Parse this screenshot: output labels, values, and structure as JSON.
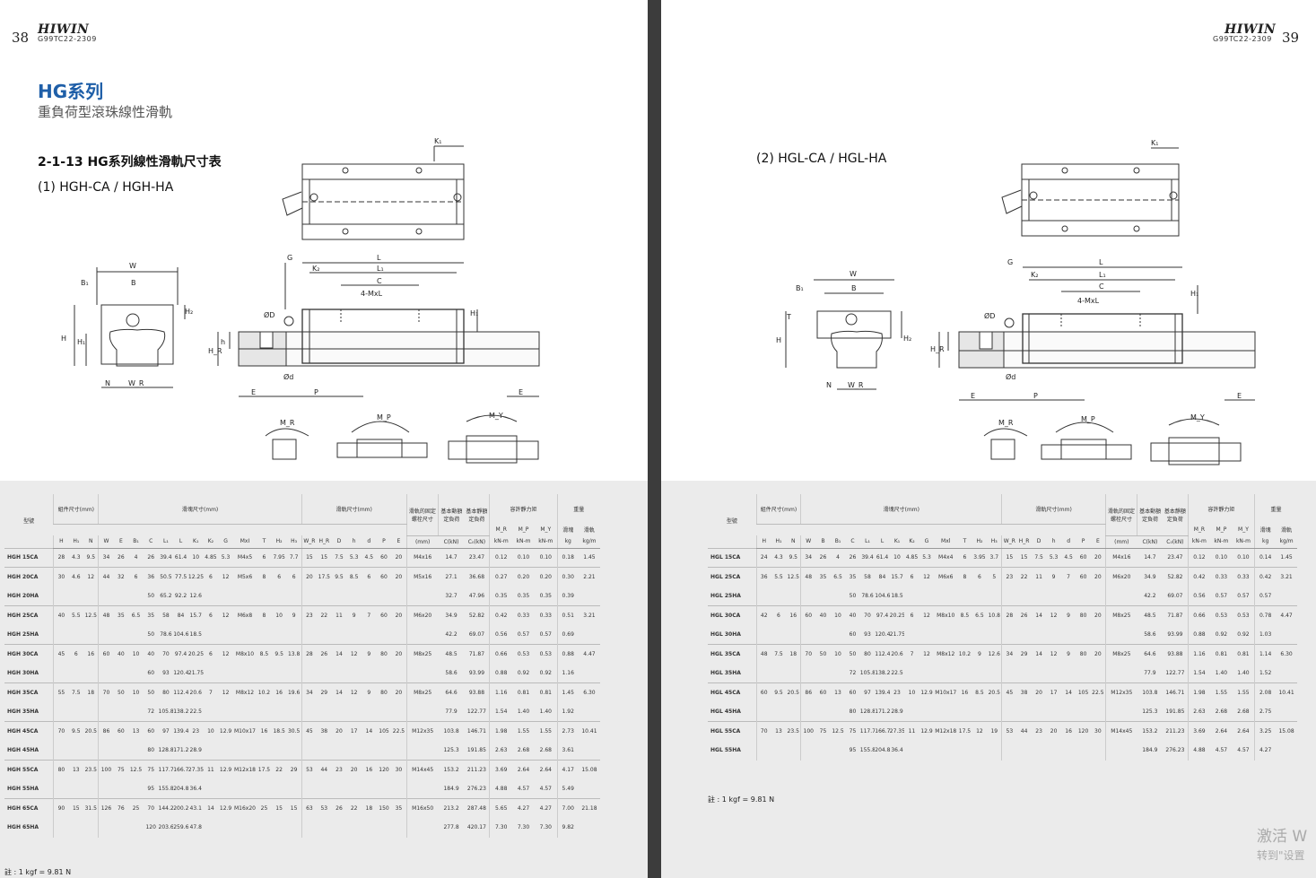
{
  "header": {
    "brand": "HIWIN",
    "code_left": "G99TC22-2309",
    "code_right": "G99TC22-2309",
    "page_left": "38",
    "page_right": "39"
  },
  "title": {
    "series": "HG系列",
    "subtitle": "重負荷型滾珠線性滑軌",
    "section": "2-1-13 HG系列線性滑軌尺寸表",
    "sub1": "(1) HGH-CA / HGH-HA",
    "sub2": "(2) HGL-CA / HGL-HA"
  },
  "drawing_labels": {
    "K1": "K₁",
    "W": "W",
    "B": "B",
    "B1": "B₁",
    "H": "H",
    "H1": "H₁",
    "H2": "H₂",
    "H3": "H₃",
    "HR": "H_R",
    "N": "N",
    "WR": "W_R",
    "T": "T",
    "G": "G",
    "L": "L",
    "L1": "L₁",
    "C": "C",
    "K2": "K₂",
    "MxL": "4-MxL",
    "D": "ØD",
    "d": "Ød",
    "h": "h",
    "E": "E",
    "P": "P",
    "MR": "M_R",
    "MP": "M_P",
    "MY": "M_Y"
  },
  "table_head": {
    "model": "型號",
    "assembly": "組件尺寸(mm)",
    "block": "滑塊尺寸(mm)",
    "rail": "滑軌尺寸(mm)",
    "bolt": "滑軌的固定螺栓尺寸",
    "dyn": "基本動額定負荷",
    "sta": "基本靜額定負荷",
    "moment": "容許靜力矩",
    "weight": "重量",
    "w_block": "滑塊",
    "w_rail": "滑軌",
    "cols_left": [
      "H",
      "H₁",
      "N",
      "W",
      "E",
      "B₁",
      "C",
      "L₁",
      "L",
      "K₁",
      "K₂",
      "G",
      "MxI",
      "T",
      "H₂",
      "H₃",
      "W_R",
      "H_R",
      "D",
      "h",
      "d",
      "P",
      "E",
      "(mm)",
      "C(kN)",
      "C₀(kN)",
      "kN-m",
      "kN-m",
      "kN-m",
      "kg",
      "kg/m"
    ],
    "cols_right": [
      "H",
      "H₁",
      "N",
      "W",
      "B",
      "B₁",
      "C",
      "L₁",
      "L",
      "K₁",
      "K₂",
      "G",
      "Mxl",
      "T",
      "H₂",
      "H₃",
      "W_R",
      "H_R",
      "D",
      "h",
      "d",
      "P",
      "E",
      "(mm)",
      "C(kN)",
      "C₀(kN)",
      "kN-m",
      "kN-m",
      "kN-m",
      "kg",
      "kg/m"
    ],
    "m_r": "M_R",
    "m_p": "M_P",
    "m_y": "M_Y"
  },
  "table_left": [
    [
      "HGH 15CA",
      "28",
      "4.3",
      "9.5",
      "34",
      "26",
      "4",
      "26",
      "39.4",
      "61.4",
      "10",
      "4.85",
      "5.3",
      "M4x5",
      "6",
      "7.95",
      "7.7",
      "15",
      "15",
      "7.5",
      "5.3",
      "4.5",
      "60",
      "20",
      "M4x16",
      "14.7",
      "23.47",
      "0.12",
      "0.10",
      "0.10",
      "0.18",
      "1.45"
    ],
    [
      "HGH 20CA",
      "30",
      "4.6",
      "12",
      "44",
      "32",
      "6",
      "36",
      "50.5",
      "77.5",
      "12.25",
      "6",
      "12",
      "M5x6",
      "8",
      "6",
      "6",
      "20",
      "17.5",
      "9.5",
      "8.5",
      "6",
      "60",
      "20",
      "M5x16",
      "27.1",
      "36.68",
      "0.27",
      "0.20",
      "0.20",
      "0.30",
      "2.21"
    ],
    [
      "HGH 20HA",
      "",
      "",
      "",
      "",
      "",
      "",
      "50",
      "65.2",
      "92.2",
      "12.6",
      "",
      "",
      "",
      "",
      "",
      "",
      "",
      "",
      "",
      "",
      "",
      "",
      "",
      "",
      "32.7",
      "47.96",
      "0.35",
      "0.35",
      "0.35",
      "0.39",
      ""
    ],
    [
      "HGH 25CA",
      "40",
      "5.5",
      "12.5",
      "48",
      "35",
      "6.5",
      "35",
      "58",
      "84",
      "15.7",
      "6",
      "12",
      "M6x8",
      "8",
      "10",
      "9",
      "23",
      "22",
      "11",
      "9",
      "7",
      "60",
      "20",
      "M6x20",
      "34.9",
      "52.82",
      "0.42",
      "0.33",
      "0.33",
      "0.51",
      "3.21"
    ],
    [
      "HGH 25HA",
      "",
      "",
      "",
      "",
      "",
      "",
      "50",
      "78.6",
      "104.6",
      "18.5",
      "",
      "",
      "",
      "",
      "",
      "",
      "",
      "",
      "",
      "",
      "",
      "",
      "",
      "",
      "42.2",
      "69.07",
      "0.56",
      "0.57",
      "0.57",
      "0.69",
      ""
    ],
    [
      "HGH 30CA",
      "45",
      "6",
      "16",
      "60",
      "40",
      "10",
      "40",
      "70",
      "97.4",
      "20.25",
      "6",
      "12",
      "M8x10",
      "8.5",
      "9.5",
      "13.8",
      "28",
      "26",
      "14",
      "12",
      "9",
      "80",
      "20",
      "M8x25",
      "48.5",
      "71.87",
      "0.66",
      "0.53",
      "0.53",
      "0.88",
      "4.47"
    ],
    [
      "HGH 30HA",
      "",
      "",
      "",
      "",
      "",
      "",
      "60",
      "93",
      "120.4",
      "21.75",
      "",
      "",
      "",
      "",
      "",
      "",
      "",
      "",
      "",
      "",
      "",
      "",
      "",
      "",
      "58.6",
      "93.99",
      "0.88",
      "0.92",
      "0.92",
      "1.16",
      ""
    ],
    [
      "HGH 35CA",
      "55",
      "7.5",
      "18",
      "70",
      "50",
      "10",
      "50",
      "80",
      "112.4",
      "20.6",
      "7",
      "12",
      "M8x12",
      "10.2",
      "16",
      "19.6",
      "34",
      "29",
      "14",
      "12",
      "9",
      "80",
      "20",
      "M8x25",
      "64.6",
      "93.88",
      "1.16",
      "0.81",
      "0.81",
      "1.45",
      "6.30"
    ],
    [
      "HGH 35HA",
      "",
      "",
      "",
      "",
      "",
      "",
      "72",
      "105.8",
      "138.2",
      "22.5",
      "",
      "",
      "",
      "",
      "",
      "",
      "",
      "",
      "",
      "",
      "",
      "",
      "",
      "",
      "77.9",
      "122.77",
      "1.54",
      "1.40",
      "1.40",
      "1.92",
      ""
    ],
    [
      "HGH 45CA",
      "70",
      "9.5",
      "20.5",
      "86",
      "60",
      "13",
      "60",
      "97",
      "139.4",
      "23",
      "10",
      "12.9",
      "M10x17",
      "16",
      "18.5",
      "30.5",
      "45",
      "38",
      "20",
      "17",
      "14",
      "105",
      "22.5",
      "M12x35",
      "103.8",
      "146.71",
      "1.98",
      "1.55",
      "1.55",
      "2.73",
      "10.41"
    ],
    [
      "HGH 45HA",
      "",
      "",
      "",
      "",
      "",
      "",
      "80",
      "128.8",
      "171.2",
      "28.9",
      "",
      "",
      "",
      "",
      "",
      "",
      "",
      "",
      "",
      "",
      "",
      "",
      "",
      "",
      "125.3",
      "191.85",
      "2.63",
      "2.68",
      "2.68",
      "3.61",
      ""
    ],
    [
      "HGH 55CA",
      "80",
      "13",
      "23.5",
      "100",
      "75",
      "12.5",
      "75",
      "117.7",
      "166.7",
      "27.35",
      "11",
      "12.9",
      "M12x18",
      "17.5",
      "22",
      "29",
      "53",
      "44",
      "23",
      "20",
      "16",
      "120",
      "30",
      "M14x45",
      "153.2",
      "211.23",
      "3.69",
      "2.64",
      "2.64",
      "4.17",
      "15.08"
    ],
    [
      "HGH 55HA",
      "",
      "",
      "",
      "",
      "",
      "",
      "95",
      "155.8",
      "204.8",
      "36.4",
      "",
      "",
      "",
      "",
      "",
      "",
      "",
      "",
      "",
      "",
      "",
      "",
      "",
      "",
      "184.9",
      "276.23",
      "4.88",
      "4.57",
      "4.57",
      "5.49",
      ""
    ],
    [
      "HGH 65CA",
      "90",
      "15",
      "31.5",
      "126",
      "76",
      "25",
      "70",
      "144.2",
      "200.2",
      "43.1",
      "14",
      "12.9",
      "M16x20",
      "25",
      "15",
      "15",
      "63",
      "53",
      "26",
      "22",
      "18",
      "150",
      "35",
      "M16x50",
      "213.2",
      "287.48",
      "5.65",
      "4.27",
      "4.27",
      "7.00",
      "21.18"
    ],
    [
      "HGH 65HA",
      "",
      "",
      "",
      "",
      "",
      "",
      "120",
      "203.6",
      "259.6",
      "47.8",
      "",
      "",
      "",
      "",
      "",
      "",
      "",
      "",
      "",
      "",
      "",
      "",
      "",
      "",
      "277.8",
      "420.17",
      "7.30",
      "7.30",
      "7.30",
      "9.82",
      ""
    ]
  ],
  "table_right": [
    [
      "HGL 15CA",
      "24",
      "4.3",
      "9.5",
      "34",
      "26",
      "4",
      "26",
      "39.4",
      "61.4",
      "10",
      "4.85",
      "5.3",
      "M4x4",
      "6",
      "3.95",
      "3.7",
      "15",
      "15",
      "7.5",
      "5.3",
      "4.5",
      "60",
      "20",
      "M4x16",
      "14.7",
      "23.47",
      "0.12",
      "0.10",
      "0.10",
      "0.14",
      "1.45"
    ],
    [
      "HGL 25CA",
      "36",
      "5.5",
      "12.5",
      "48",
      "35",
      "6.5",
      "35",
      "58",
      "84",
      "15.7",
      "6",
      "12",
      "M6x6",
      "8",
      "6",
      "5",
      "23",
      "22",
      "11",
      "9",
      "7",
      "60",
      "20",
      "M6x20",
      "34.9",
      "52.82",
      "0.42",
      "0.33",
      "0.33",
      "0.42",
      "3.21"
    ],
    [
      "HGL 25HA",
      "",
      "",
      "",
      "",
      "",
      "",
      "50",
      "78.6",
      "104.6",
      "18.5",
      "",
      "",
      "",
      "",
      "",
      "",
      "",
      "",
      "",
      "",
      "",
      "",
      "",
      "",
      "42.2",
      "69.07",
      "0.56",
      "0.57",
      "0.57",
      "0.57",
      ""
    ],
    [
      "HGL 30CA",
      "42",
      "6",
      "16",
      "60",
      "40",
      "10",
      "40",
      "70",
      "97.4",
      "20.25",
      "6",
      "12",
      "M8x10",
      "8.5",
      "6.5",
      "10.8",
      "28",
      "26",
      "14",
      "12",
      "9",
      "80",
      "20",
      "M8x25",
      "48.5",
      "71.87",
      "0.66",
      "0.53",
      "0.53",
      "0.78",
      "4.47"
    ],
    [
      "HGL 30HA",
      "",
      "",
      "",
      "",
      "",
      "",
      "60",
      "93",
      "120.4",
      "21.75",
      "",
      "",
      "",
      "",
      "",
      "",
      "",
      "",
      "",
      "",
      "",
      "",
      "",
      "",
      "58.6",
      "93.99",
      "0.88",
      "0.92",
      "0.92",
      "1.03",
      ""
    ],
    [
      "HGL 35CA",
      "48",
      "7.5",
      "18",
      "70",
      "50",
      "10",
      "50",
      "80",
      "112.4",
      "20.6",
      "7",
      "12",
      "M8x12",
      "10.2",
      "9",
      "12.6",
      "34",
      "29",
      "14",
      "12",
      "9",
      "80",
      "20",
      "M8x25",
      "64.6",
      "93.88",
      "1.16",
      "0.81",
      "0.81",
      "1.14",
      "6.30"
    ],
    [
      "HGL 35HA",
      "",
      "",
      "",
      "",
      "",
      "",
      "72",
      "105.8",
      "138.2",
      "22.5",
      "",
      "",
      "",
      "",
      "",
      "",
      "",
      "",
      "",
      "",
      "",
      "",
      "",
      "",
      "77.9",
      "122.77",
      "1.54",
      "1.40",
      "1.40",
      "1.52",
      ""
    ],
    [
      "HGL 45CA",
      "60",
      "9.5",
      "20.5",
      "86",
      "60",
      "13",
      "60",
      "97",
      "139.4",
      "23",
      "10",
      "12.9",
      "M10x17",
      "16",
      "8.5",
      "20.5",
      "45",
      "38",
      "20",
      "17",
      "14",
      "105",
      "22.5",
      "M12x35",
      "103.8",
      "146.71",
      "1.98",
      "1.55",
      "1.55",
      "2.08",
      "10.41"
    ],
    [
      "HGL 45HA",
      "",
      "",
      "",
      "",
      "",
      "",
      "80",
      "128.8",
      "171.2",
      "28.9",
      "",
      "",
      "",
      "",
      "",
      "",
      "",
      "",
      "",
      "",
      "",
      "",
      "",
      "",
      "125.3",
      "191.85",
      "2.63",
      "2.68",
      "2.68",
      "2.75",
      ""
    ],
    [
      "HGL 55CA",
      "70",
      "13",
      "23.5",
      "100",
      "75",
      "12.5",
      "75",
      "117.7",
      "166.7",
      "27.35",
      "11",
      "12.9",
      "M12x18",
      "17.5",
      "12",
      "19",
      "53",
      "44",
      "23",
      "20",
      "16",
      "120",
      "30",
      "M14x45",
      "153.2",
      "211.23",
      "3.69",
      "2.64",
      "2.64",
      "3.25",
      "15.08"
    ],
    [
      "HGL 55HA",
      "",
      "",
      "",
      "",
      "",
      "",
      "95",
      "155.8",
      "204.8",
      "36.4",
      "",
      "",
      "",
      "",
      "",
      "",
      "",
      "",
      "",
      "",
      "",
      "",
      "",
      "",
      "184.9",
      "276.23",
      "4.88",
      "4.57",
      "4.57",
      "4.27",
      ""
    ]
  ],
  "note": "註 : 1 kgf = 9.81 N",
  "watermark": {
    "line1": "激活 W",
    "line2": "转到\"设置"
  }
}
